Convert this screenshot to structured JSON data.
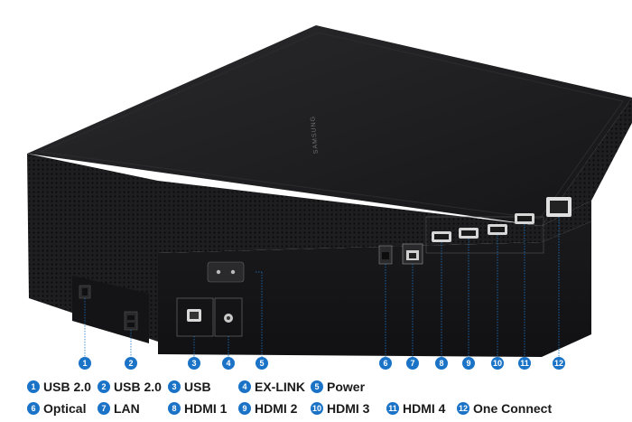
{
  "device": {
    "brand": "SAMSUNG"
  },
  "callouts": [
    {
      "num": "1",
      "label": "USB 2.0"
    },
    {
      "num": "2",
      "label": "USB 2.0"
    },
    {
      "num": "3",
      "label": "USB"
    },
    {
      "num": "4",
      "label": "EX-LINK"
    },
    {
      "num": "5",
      "label": "Power"
    },
    {
      "num": "6",
      "label": "Optical"
    },
    {
      "num": "7",
      "label": "LAN"
    },
    {
      "num": "8",
      "label": "HDMI 1"
    },
    {
      "num": "9",
      "label": "HDMI 2"
    },
    {
      "num": "10",
      "label": "HDMI 3"
    },
    {
      "num": "11",
      "label": "HDMI 4"
    },
    {
      "num": "12",
      "label": "One Connect"
    }
  ],
  "colors": {
    "accent": "#1a73c6",
    "device_body": "#1c1c1e",
    "background": "#ffffff"
  }
}
